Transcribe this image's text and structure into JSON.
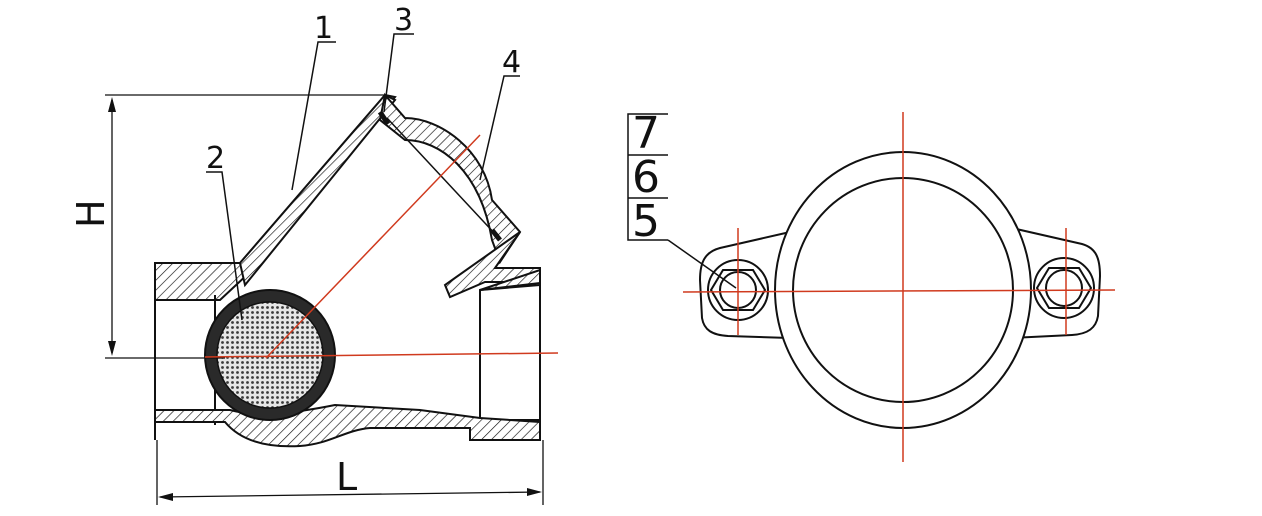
{
  "callouts": {
    "part1": "1",
    "part2": "2",
    "part3": "3",
    "part4": "4",
    "part5": "5",
    "part6": "6",
    "part7": "7"
  },
  "dimensions": {
    "height": "H",
    "length": "L"
  },
  "colors": {
    "outline": "#111111",
    "centerline": "#d03a1e",
    "screen_dark": "#2a2a2a",
    "screen_mesh": "#cfcfcf"
  }
}
